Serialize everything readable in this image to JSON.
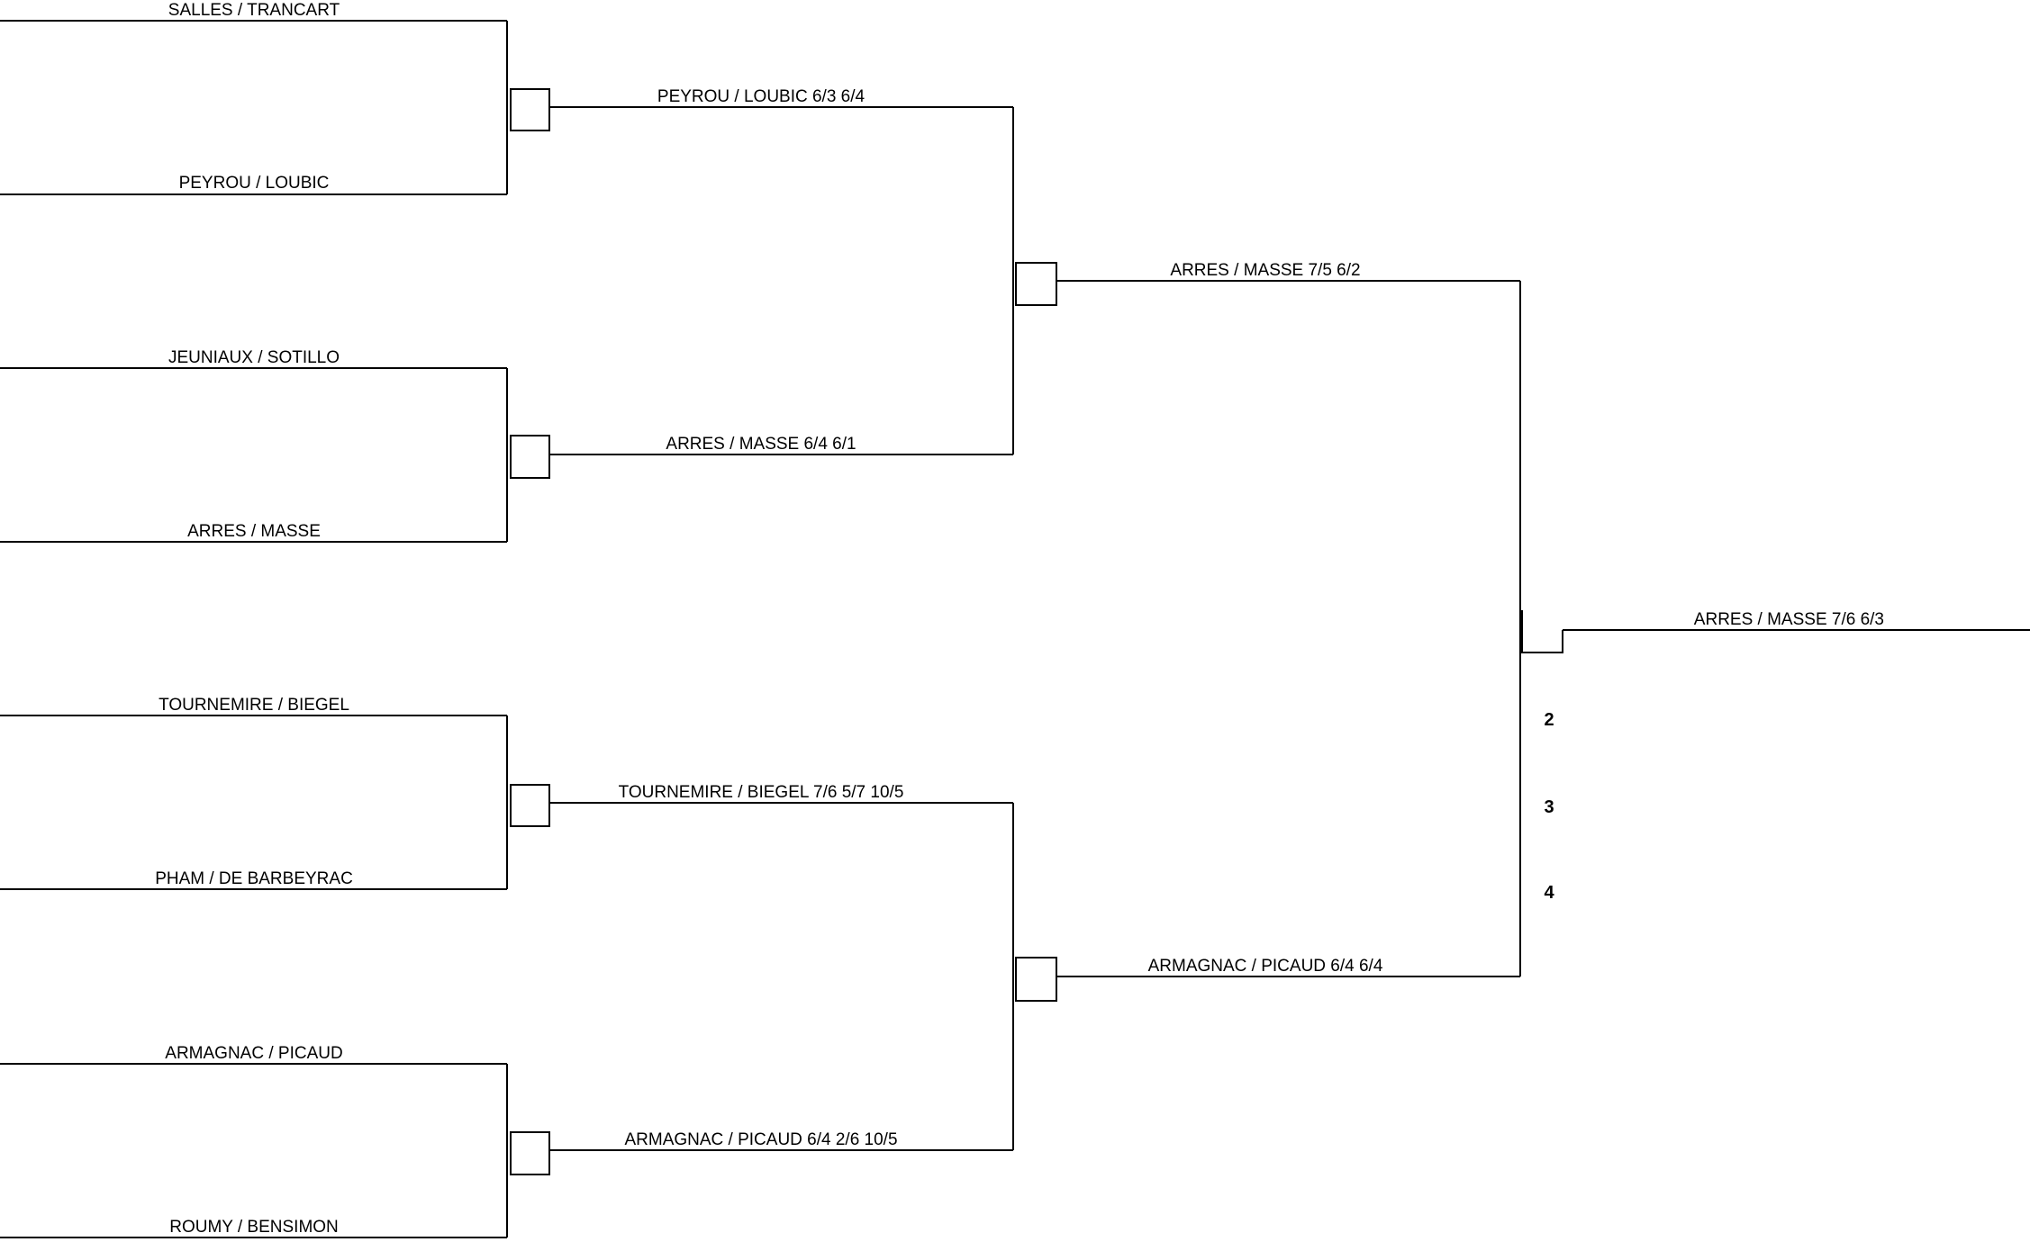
{
  "round1": [
    {
      "label": "SALLES / TRANCART"
    },
    {
      "label": "PEYROU / LOUBIC"
    },
    {
      "label": "JEUNIAUX / SOTILLO"
    },
    {
      "label": "ARRES / MASSE"
    },
    {
      "label": "TOURNEMIRE / BIEGEL"
    },
    {
      "label": "PHAM / DE BARBEYRAC"
    },
    {
      "label": "ARMAGNAC / PICAUD"
    },
    {
      "label": "ROUMY / BENSIMON"
    }
  ],
  "quarterfinals": [
    {
      "label": "PEYROU / LOUBIC 6/3 6/4"
    },
    {
      "label": "ARRES / MASSE 6/4 6/1"
    },
    {
      "label": "TOURNEMIRE / BIEGEL 7/6 5/7 10/5"
    },
    {
      "label": "ARMAGNAC / PICAUD 6/4 2/6 10/5"
    }
  ],
  "semifinals": [
    {
      "label": "ARRES / MASSE 7/5 6/2"
    },
    {
      "label": "ARMAGNAC / PICAUD 6/4 6/4"
    }
  ],
  "final": {
    "label": "ARRES / MASSE 7/6 6/3",
    "places": [
      "2",
      "3",
      "4"
    ]
  }
}
